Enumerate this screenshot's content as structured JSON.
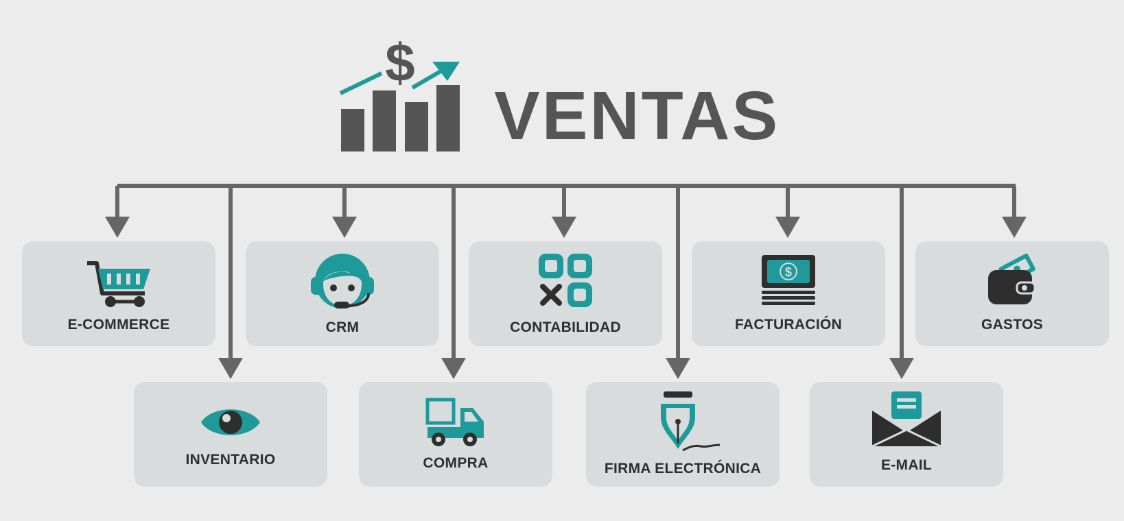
{
  "title": "VENTAS",
  "colors": {
    "teal": "#1f9a9a",
    "dark": "#2e2e2e",
    "gray": "#555555",
    "card": "#d9dcdd",
    "connector": "#666666"
  },
  "logo": {
    "icon": "sales-growth-chart-icon",
    "symbol": "$"
  },
  "modules_top": [
    {
      "label": "E-COMMERCE",
      "icon": "shopping-cart-icon"
    },
    {
      "label": "CRM",
      "icon": "support-agent-icon"
    },
    {
      "label": "CONTABILIDAD",
      "icon": "accounting-grid-icon"
    },
    {
      "label": "FACTURACIÓN",
      "icon": "cash-stack-icon"
    },
    {
      "label": "GASTOS",
      "icon": "wallet-icon"
    }
  ],
  "modules_bottom": [
    {
      "label": "INVENTARIO",
      "icon": "eye-icon"
    },
    {
      "label": "COMPRA",
      "icon": "delivery-truck-icon"
    },
    {
      "label": "FIRMA ELECTRÓNICA",
      "icon": "fountain-pen-icon"
    },
    {
      "label": "E-MAIL",
      "icon": "envelope-icon"
    }
  ],
  "dollar_symbol": "$"
}
